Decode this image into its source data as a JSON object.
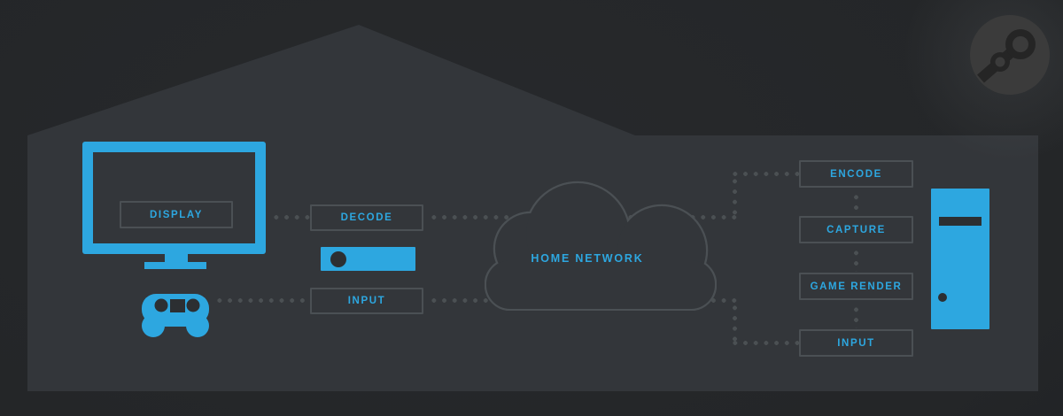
{
  "palette": {
    "background": "#25272A",
    "house_fill": "#33363A",
    "accent_blue": "#2DA7E0",
    "outline_gray": "#4B5054",
    "dot_gray": "#4B5053",
    "dark_detail": "#2C2F32",
    "logo_circle": "#3B3B3B",
    "logo_mark": "#252525"
  },
  "client": {
    "display_label": "DISPLAY",
    "decode_label": "DECODE",
    "input_label": "INPUT"
  },
  "network": {
    "label": "HOME NETWORK"
  },
  "host": {
    "encode_label": "ENCODE",
    "capture_label": "CAPTURE",
    "game_render_label": "GAME RENDER",
    "input_label": "INPUT"
  },
  "icons": {
    "steam_logo": "steam-valve-logo",
    "tv": "television-display",
    "controller": "steam-controller",
    "streaming_box": "streaming-device",
    "cloud": "home-network-cloud",
    "pc": "desktop-tower-pc"
  }
}
